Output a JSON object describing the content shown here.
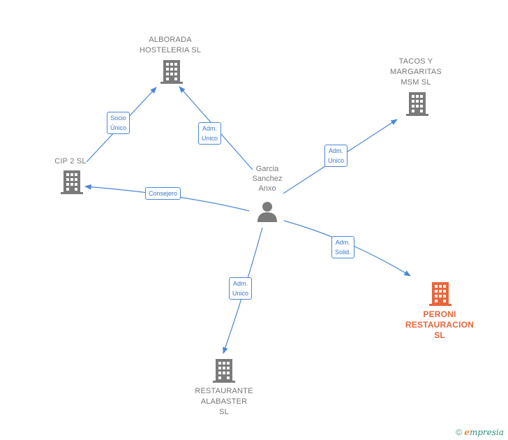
{
  "person": {
    "name_line1": "Garcia",
    "name_line2": "Sanchez",
    "name_line3": "Anxo",
    "icon": "person-icon"
  },
  "companies": {
    "alborada": {
      "line1": "ALBORADA",
      "line2": "HOSTELERIA SL"
    },
    "tacos": {
      "line1": "TACOS Y",
      "line2": "MARGARITAS",
      "line3": "MSM  SL"
    },
    "cip": {
      "line1": "CIP 2 SL"
    },
    "peroni": {
      "line1": "PERONI",
      "line2": "RESTAURACION",
      "line3": "SL"
    },
    "alabaster": {
      "line1": "RESTAURANTE",
      "line2": "ALABASTER",
      "line3": "SL"
    }
  },
  "edges": {
    "cip_alborada": {
      "line1": "Socio",
      "line2": "Único"
    },
    "person_alborada": {
      "line1": "Adm.",
      "line2": "Unico"
    },
    "person_tacos": {
      "line1": "Adm.",
      "line2": "Unico"
    },
    "person_cip": {
      "line1": "Consejero"
    },
    "person_peroni": {
      "line1": "Adm.",
      "line2": "Solid."
    },
    "person_alabaster": {
      "line1": "Adm.",
      "line2": "Unico"
    }
  },
  "colors": {
    "edge": "#4a86d6",
    "building": "#7a7a7a",
    "highlight": "#e8663a"
  },
  "footer": {
    "copyright": "©",
    "brand_e": "e",
    "brand_rest": "mpresia"
  }
}
